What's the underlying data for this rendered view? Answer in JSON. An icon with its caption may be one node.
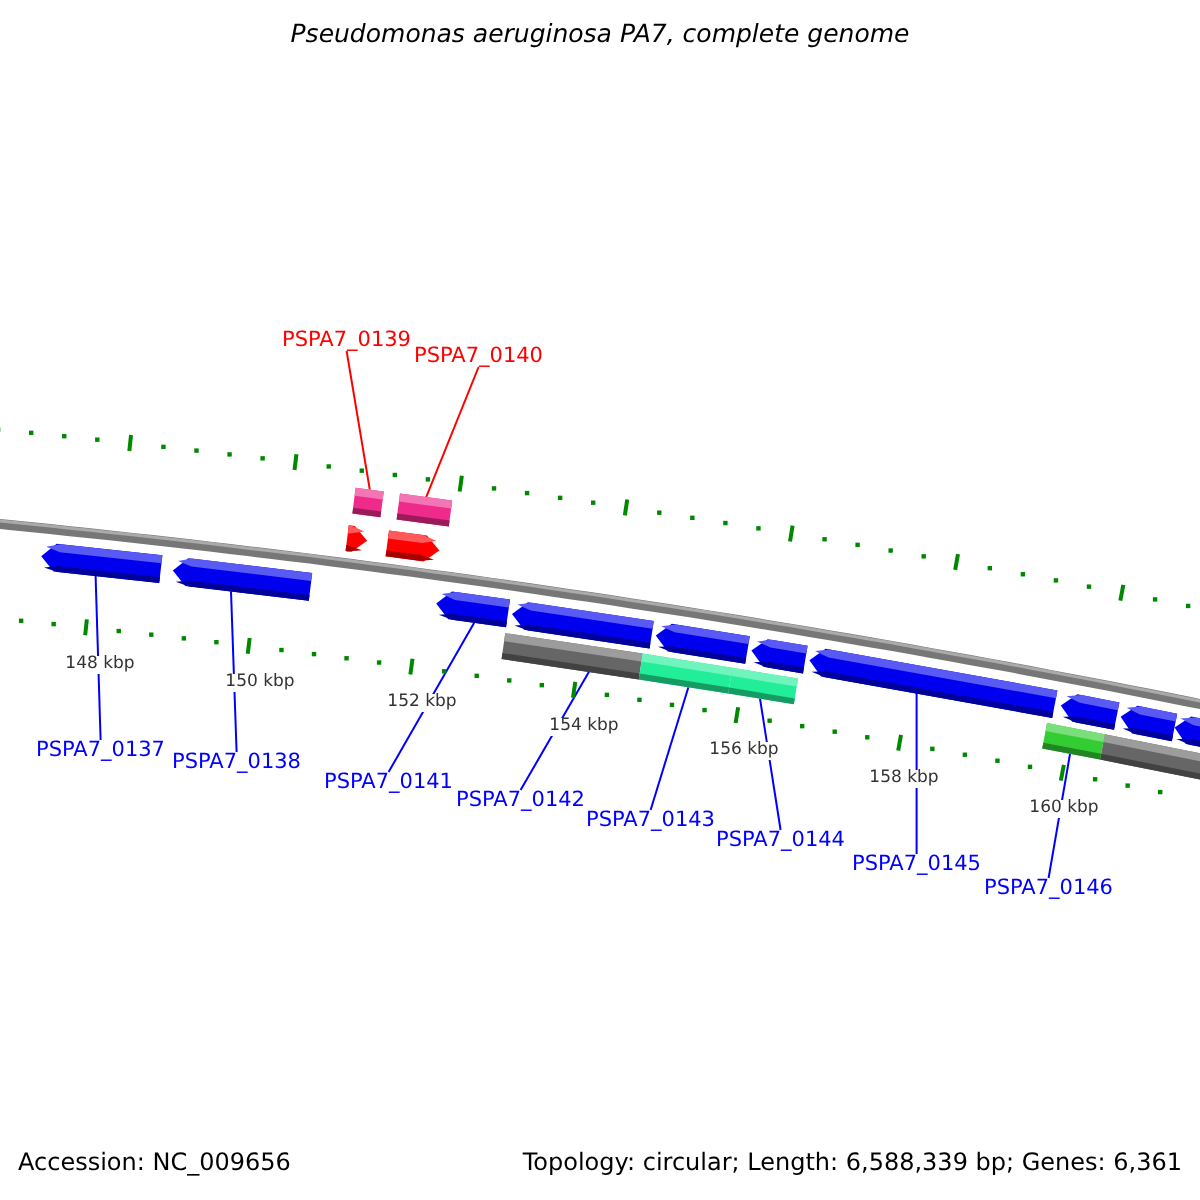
{
  "diagram": {
    "title": "Pseudomonas aeruginosa PA7, complete genome",
    "nodes": [
      {
        "text": [
          "PSPA7_0139"
        ]
      },
      {
        "text": [
          "PSPA7_0140"
        ]
      },
      {
        "text": [],
        "shape": "box"
      },
      {
        "text": [],
        "shape": "box"
      },
      {
        "text": [],
        "shape": "arrow"
      },
      {
        "text": [],
        "shape": "arrow"
      },
      {
        "text": [],
        "shape": "arrow"
      },
      {
        "text": [],
        "shape": "box"
      },
      {
        "text": [],
        "shape": "box"
      },
      {
        "text": [],
        "shape": "box"
      },
      {
        "text": [],
        "shape": "arrow"
      },
      {
        "text": [],
        "shape": "box"
      },
      {
        "text": [
          "PSPA7_0137"
        ]
      },
      {
        "text": [
          "PSPA7_0138"
        ]
      },
      {
        "text": [
          "PSPA7_0141"
        ]
      },
      {
        "text": [
          "PSPA7_0142"
        ]
      },
      {
        "text": [
          "PSPA7_0143"
        ]
      },
      {
        "text": [
          "PSPA7_0144"
        ]
      },
      {
        "text": [
          "PSPA7_0145"
        ]
      },
      {
        "text": [
          "PSPA7_0146"
        ]
      }
    ],
    "edges": [
      {
        "from": 0,
        "to": 2,
        "arrow": "none",
        "color": "#ff0000"
      },
      {
        "from": 1,
        "to": 3,
        "arrow": "none",
        "color": "#ff0000"
      },
      {
        "from": 12,
        "to": 4,
        "arrow": "none"
      },
      {
        "from": 13,
        "to": 5,
        "arrow": "none"
      },
      {
        "from": 14,
        "to": 6,
        "arrow": "none"
      },
      {
        "from": 15,
        "to": 7,
        "arrow": "none"
      },
      {
        "from": 16,
        "to": 8,
        "arrow": "none"
      },
      {
        "from": 17,
        "to": 9,
        "arrow": "none"
      },
      {
        "from": 18,
        "to": 10,
        "arrow": "none"
      },
      {
        "from": 19,
        "to": 11,
        "arrow": "none"
      }
    ],
    "labels": [
      "148 kbp",
      "150 kbp",
      "152 kbp",
      "154 kbp",
      "156 kbp",
      "158 kbp",
      "160 kbp",
      "Accession: NC_009656",
      "Topology: circular; Length: 6,588,339 bp; Genes: 6,361"
    ]
  }
}
